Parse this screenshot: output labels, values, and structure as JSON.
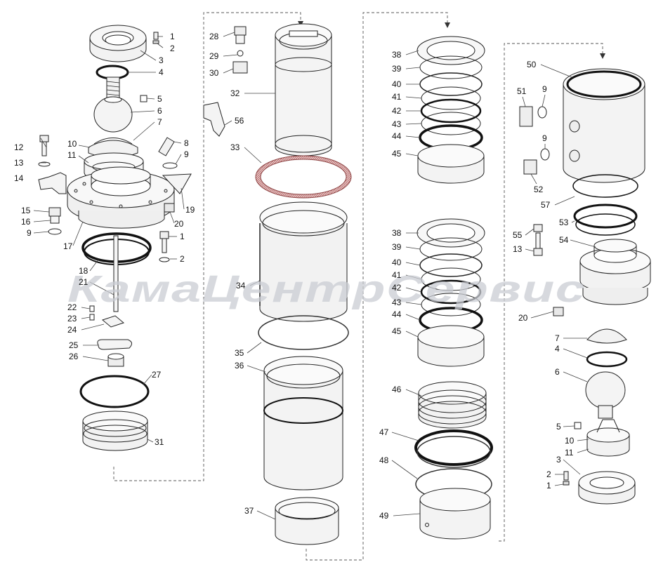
{
  "watermark": "КамаЦентрСервис",
  "colors": {
    "line": "#222222",
    "part_fill": "#f0f0f0",
    "ring_dark": "#111111",
    "gasket": "#c07070",
    "watermark": "#c9ccd3",
    "watermark_accent": "#d8a0a0"
  },
  "labels": [
    {
      "id": "c1-1a",
      "text": "1"
    },
    {
      "id": "c1-2a",
      "text": "2"
    },
    {
      "id": "c1-3",
      "text": "3"
    },
    {
      "id": "c1-4",
      "text": "4"
    },
    {
      "id": "c1-5",
      "text": "5"
    },
    {
      "id": "c1-6",
      "text": "6"
    },
    {
      "id": "c1-7",
      "text": "7"
    },
    {
      "id": "c1-8",
      "text": "8"
    },
    {
      "id": "c1-9a",
      "text": "9"
    },
    {
      "id": "c1-12",
      "text": "12"
    },
    {
      "id": "c1-10",
      "text": "10"
    },
    {
      "id": "c1-11",
      "text": "11"
    },
    {
      "id": "c1-13",
      "text": "13"
    },
    {
      "id": "c1-14",
      "text": "14"
    },
    {
      "id": "c1-19",
      "text": "19"
    },
    {
      "id": "c1-15",
      "text": "15"
    },
    {
      "id": "c1-16",
      "text": "16"
    },
    {
      "id": "c1-9b",
      "text": "9"
    },
    {
      "id": "c1-20",
      "text": "20"
    },
    {
      "id": "c1-17",
      "text": "17"
    },
    {
      "id": "c1-1b",
      "text": "1"
    },
    {
      "id": "c1-2b",
      "text": "2"
    },
    {
      "id": "c1-18",
      "text": "18"
    },
    {
      "id": "c1-21",
      "text": "21"
    },
    {
      "id": "c1-22",
      "text": "22"
    },
    {
      "id": "c1-23",
      "text": "23"
    },
    {
      "id": "c1-24",
      "text": "24"
    },
    {
      "id": "c1-25",
      "text": "25"
    },
    {
      "id": "c1-26",
      "text": "26"
    },
    {
      "id": "c1-27",
      "text": "27"
    },
    {
      "id": "c1-31",
      "text": "31"
    },
    {
      "id": "c2-28",
      "text": "28"
    },
    {
      "id": "c2-29",
      "text": "29"
    },
    {
      "id": "c2-30",
      "text": "30"
    },
    {
      "id": "c2-32",
      "text": "32"
    },
    {
      "id": "c2-56",
      "text": "56"
    },
    {
      "id": "c2-33",
      "text": "33"
    },
    {
      "id": "c2-34",
      "text": "34"
    },
    {
      "id": "c2-35",
      "text": "35"
    },
    {
      "id": "c2-36",
      "text": "36"
    },
    {
      "id": "c2-37",
      "text": "37"
    },
    {
      "id": "c3-38a",
      "text": "38"
    },
    {
      "id": "c3-39a",
      "text": "39"
    },
    {
      "id": "c3-40a",
      "text": "40"
    },
    {
      "id": "c3-41a",
      "text": "41"
    },
    {
      "id": "c3-42a",
      "text": "42"
    },
    {
      "id": "c3-43a",
      "text": "43"
    },
    {
      "id": "c3-44a",
      "text": "44"
    },
    {
      "id": "c3-45a",
      "text": "45"
    },
    {
      "id": "c3-38b",
      "text": "38"
    },
    {
      "id": "c3-39b",
      "text": "39"
    },
    {
      "id": "c3-40b",
      "text": "40"
    },
    {
      "id": "c3-41b",
      "text": "41"
    },
    {
      "id": "c3-42b",
      "text": "42"
    },
    {
      "id": "c3-43b",
      "text": "43"
    },
    {
      "id": "c3-44b",
      "text": "44"
    },
    {
      "id": "c3-45b",
      "text": "45"
    },
    {
      "id": "c3-46",
      "text": "46"
    },
    {
      "id": "c3-47",
      "text": "47"
    },
    {
      "id": "c3-48",
      "text": "48"
    },
    {
      "id": "c3-49",
      "text": "49"
    },
    {
      "id": "c4-50",
      "text": "50"
    },
    {
      "id": "c4-51",
      "text": "51"
    },
    {
      "id": "c4-9a",
      "text": "9"
    },
    {
      "id": "c4-9b",
      "text": "9"
    },
    {
      "id": "c4-52",
      "text": "52"
    },
    {
      "id": "c4-57",
      "text": "57"
    },
    {
      "id": "c4-53",
      "text": "53"
    },
    {
      "id": "c4-55",
      "text": "55"
    },
    {
      "id": "c4-13",
      "text": "13"
    },
    {
      "id": "c4-54",
      "text": "54"
    },
    {
      "id": "c4-20",
      "text": "20"
    },
    {
      "id": "c4-7",
      "text": "7"
    },
    {
      "id": "c4-4",
      "text": "4"
    },
    {
      "id": "c4-6",
      "text": "6"
    },
    {
      "id": "c4-5",
      "text": "5"
    },
    {
      "id": "c4-10",
      "text": "10"
    },
    {
      "id": "c4-11",
      "text": "11"
    },
    {
      "id": "c4-3",
      "text": "3"
    },
    {
      "id": "c4-2",
      "text": "2"
    },
    {
      "id": "c4-1",
      "text": "1"
    }
  ]
}
